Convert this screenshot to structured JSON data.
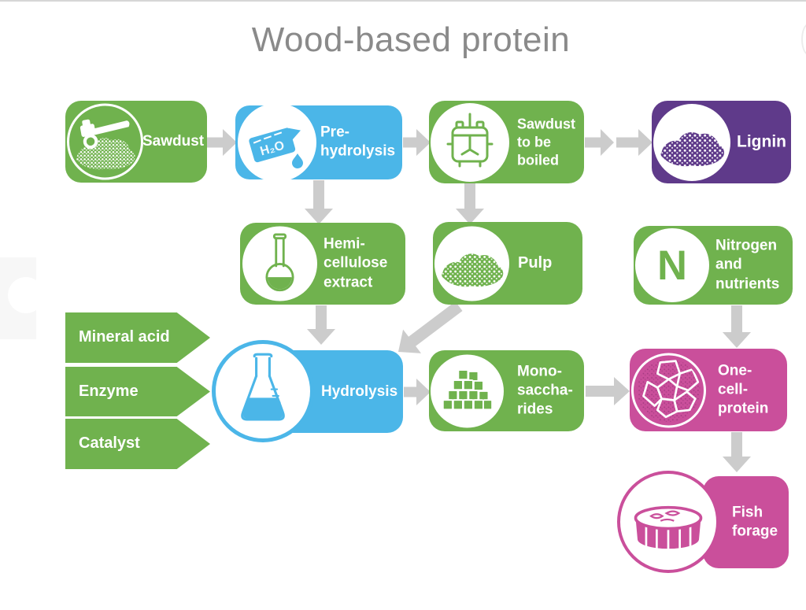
{
  "title": "Wood-based protein",
  "colors": {
    "green": "#70b24e",
    "blue": "#4bb6e8",
    "purple": "#5f3a8a",
    "pink": "#ca4f9b",
    "arrow": "#cccccc",
    "title_text": "#8a8a8a",
    "white": "#ffffff"
  },
  "nodes": {
    "sawdust": {
      "label": "Sawdust",
      "color": "green",
      "icon": "chainsaw-sawdust"
    },
    "pre_hydrolysis": {
      "label": "Pre-\nhydrolysis",
      "color": "blue",
      "icon": "water-pouring",
      "icon_text": "H₂O"
    },
    "sawdust_boiled": {
      "label": "Sawdust\nto be\nboiled",
      "color": "green",
      "icon": "boiler"
    },
    "lignin": {
      "label": "Lignin",
      "color": "purple",
      "icon": "lignin-pile"
    },
    "hemicellulose": {
      "label": "Hemi-\ncellulose\nextract",
      "color": "green",
      "icon": "volumetric-flask"
    },
    "pulp": {
      "label": "Pulp",
      "color": "green",
      "icon": "pulp-pile"
    },
    "nitrogen": {
      "label": "Nitrogen\nand\nnutrients",
      "color": "green",
      "icon": "letter-n",
      "icon_text": "N"
    },
    "hydrolysis": {
      "label": "Hydrolysis",
      "color": "blue",
      "icon": "erlenmeyer-flask"
    },
    "monosaccharides": {
      "label": "Mono-\nsaccha-\nrides",
      "color": "green",
      "icon": "sugar-cubes"
    },
    "one_cell_protein": {
      "label": "One-\ncell-\nprotein",
      "color": "pink",
      "icon": "cell-structure"
    },
    "fish_forage": {
      "label": "Fish\nforage",
      "color": "pink",
      "icon": "fish-pond"
    }
  },
  "inputs": [
    {
      "label": "Mineral acid",
      "color": "green"
    },
    {
      "label": "Enzyme",
      "color": "green"
    },
    {
      "label": "Catalyst",
      "color": "green"
    }
  ],
  "edges": [
    {
      "from": "sawdust",
      "to": "pre_hydrolysis"
    },
    {
      "from": "pre_hydrolysis",
      "to": "sawdust_boiled"
    },
    {
      "from": "sawdust_boiled",
      "to": "lignin"
    },
    {
      "from": "pre_hydrolysis",
      "to": "hemicellulose"
    },
    {
      "from": "sawdust_boiled",
      "to": "pulp"
    },
    {
      "from": "hemicellulose",
      "to": "hydrolysis"
    },
    {
      "from": "pulp",
      "to": "hydrolysis"
    },
    {
      "from": "mineral_acid",
      "to": "hydrolysis"
    },
    {
      "from": "enzyme",
      "to": "hydrolysis"
    },
    {
      "from": "catalyst",
      "to": "hydrolysis"
    },
    {
      "from": "hydrolysis",
      "to": "monosaccharides"
    },
    {
      "from": "monosaccharides",
      "to": "one_cell_protein"
    },
    {
      "from": "nitrogen",
      "to": "one_cell_protein"
    },
    {
      "from": "one_cell_protein",
      "to": "fish_forage"
    }
  ]
}
